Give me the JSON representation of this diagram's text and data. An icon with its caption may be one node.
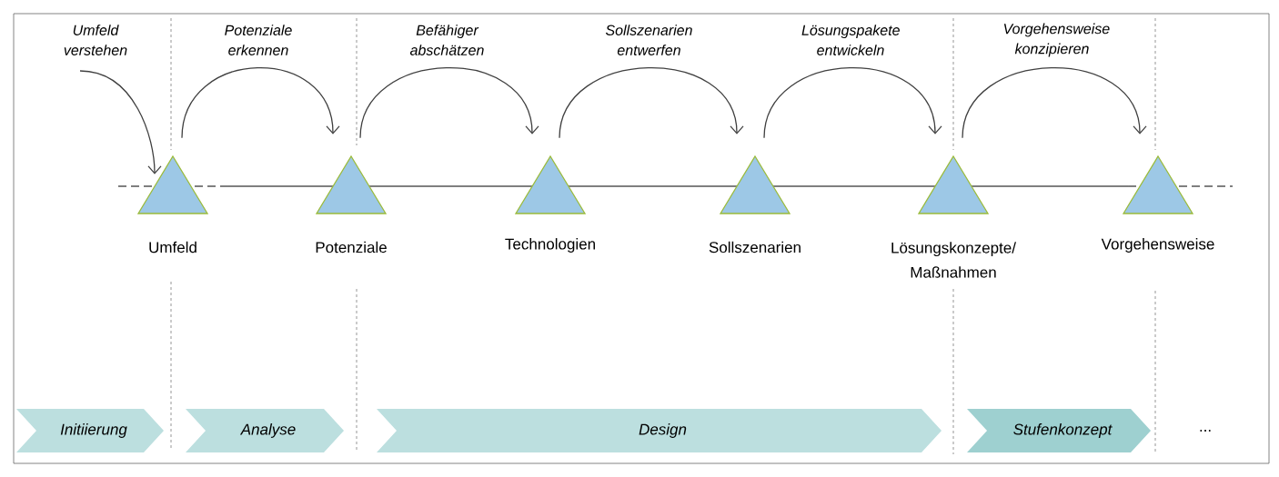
{
  "diagram": {
    "nodes": [
      {
        "text": [],
        "shape": "triangle",
        "beside": [
          "Umfeld"
        ]
      },
      {
        "text": [],
        "shape": "triangle",
        "beside": [
          "Potenziale"
        ]
      },
      {
        "text": [],
        "shape": "triangle",
        "beside": [
          "Technologien"
        ]
      },
      {
        "text": [],
        "shape": "triangle",
        "beside": [
          "Sollszenarien"
        ]
      },
      {
        "text": [],
        "shape": "triangle",
        "beside": [
          "Lösungskonzepte/ Maßnahmen"
        ]
      },
      {
        "text": [],
        "shape": "triangle",
        "beside": [
          "Vorgehensweise"
        ]
      },
      {
        "text": [
          "Initiierung"
        ]
      },
      {
        "text": [
          "Analyse"
        ]
      },
      {
        "text": [
          "Design"
        ]
      },
      {
        "text": [
          "Stufenkonzept"
        ]
      }
    ],
    "edges": [
      {
        "from": null,
        "to": 0,
        "arrow": "to",
        "label": "Umfeld verstehen"
      },
      {
        "from": 0,
        "to": 1,
        "arrow": "to",
        "label": "Potenziale erkennen"
      },
      {
        "from": 1,
        "to": 2,
        "arrow": "to",
        "label": "Befähiger abschätzen"
      },
      {
        "from": 2,
        "to": 3,
        "arrow": "to",
        "label": "Sollszenarien entwerfen"
      },
      {
        "from": 3,
        "to": 4,
        "arrow": "to",
        "label": "Lösungspakete entwickeln"
      },
      {
        "from": 4,
        "to": 5,
        "arrow": "to",
        "label": "Vorgehensweise konzipieren"
      }
    ],
    "labels": [
      "..."
    ]
  }
}
